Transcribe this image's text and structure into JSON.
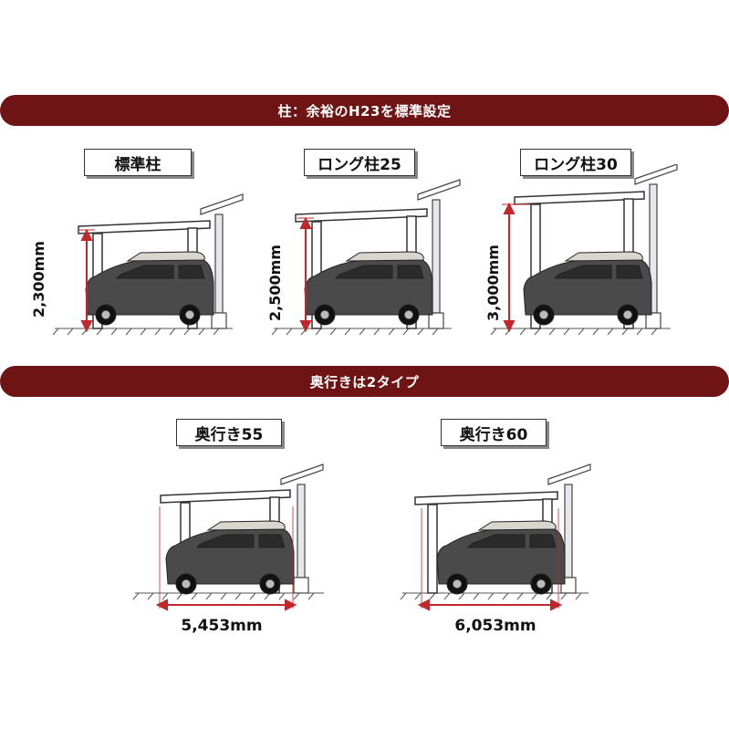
{
  "sections": [
    {
      "title": "柱：余裕のH23を標準設定",
      "items": [
        {
          "label": "標準柱",
          "dimension": "2,300mm"
        },
        {
          "label": "ロング柱25",
          "dimension": "2,500mm"
        },
        {
          "label": "ロング柱30",
          "dimension": "3,000mm"
        }
      ]
    },
    {
      "title": "奥行きは2タイプ",
      "items": [
        {
          "label": "奥行き55",
          "dimension": "5,453mm"
        },
        {
          "label": "奥行き60",
          "dimension": "6,053mm"
        }
      ]
    }
  ],
  "colors": {
    "banner": "#6e1414",
    "dimension_arrow": "#c0282c",
    "car": "#4a4a4a",
    "roof_box": "#d8d6cf"
  }
}
